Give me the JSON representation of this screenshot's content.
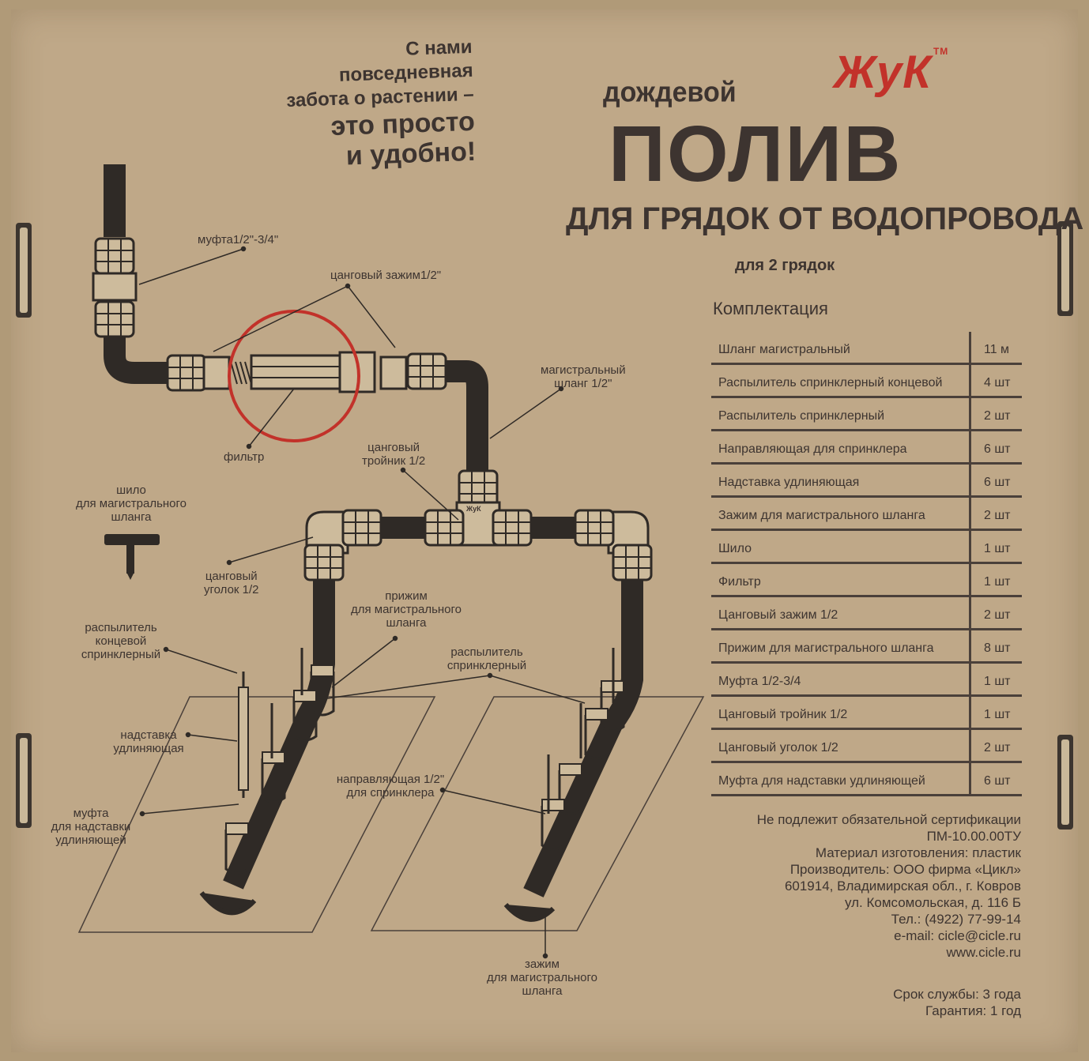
{
  "slogan": {
    "line1": "С нами",
    "line2": "повседневная",
    "line3": "забота о растении –",
    "line4": "это просто",
    "line5": "и удобно!"
  },
  "brand": {
    "name": "ЖуК",
    "tm": "TM",
    "color": "#c2322a"
  },
  "title": {
    "small": "дождевой",
    "big": "ПОЛИВ",
    "mid": "ДЛЯ ГРЯДОК ОТ ВОДОПРОВОДА",
    "sub": "для 2 грядок"
  },
  "kit": {
    "title": "Комплектация",
    "items": [
      {
        "name": "Шланг магистральный",
        "qty": "11 м"
      },
      {
        "name": "Распылитель спринклерный концевой",
        "qty": "4 шт"
      },
      {
        "name": "Распылитель спринклерный",
        "qty": "2 шт"
      },
      {
        "name": "Направляющая для спринклера",
        "qty": "6 шт"
      },
      {
        "name": "Надставка удлиняющая",
        "qty": "6 шт"
      },
      {
        "name": "Зажим для магистрального шланга",
        "qty": "2 шт"
      },
      {
        "name": "Шило",
        "qty": "1 шт"
      },
      {
        "name": "Фильтр",
        "qty": "1 шт"
      },
      {
        "name": "Цанговый зажим 1/2",
        "qty": "2 шт"
      },
      {
        "name": "Прижим для магистрального шланга",
        "qty": "8 шт"
      },
      {
        "name": "Муфта 1/2-3/4",
        "qty": "1 шт"
      },
      {
        "name": "Цанговый тройник 1/2",
        "qty": "1 шт"
      },
      {
        "name": "Цанговый уголок 1/2",
        "qty": "2 шт"
      },
      {
        "name": "Муфта для надставки удлиняющей",
        "qty": "6 шт"
      }
    ]
  },
  "info": {
    "cert": "Не подлежит обязательной сертификации",
    "tu": "ПМ-10.00.00ТУ",
    "material": "Материал изготовления: пластик",
    "maker": "Производитель: ООО фирма «Цикл»",
    "addr1": "601914, Владимирская обл., г. Ковров",
    "addr2": "ул. Комсомольская, д. 116 Б",
    "phone": "Тел.: (4922) 77-99-14",
    "email": "e-mail: cicle@cicle.ru",
    "web": "www.cicle.ru",
    "life": "Срок службы: 3 года",
    "warranty": "Гарантия: 1 год"
  },
  "diagram": {
    "coupling": "муфта1/2\"-3/4\"",
    "clamp": "цанговый зажим1/2\"",
    "main_hose_1": "магистральный",
    "main_hose_2": "шланг 1/2\"",
    "filter": "фильтр",
    "tee_1": "цанговый",
    "tee_2": "тройник 1/2",
    "awl_1": "шило",
    "awl_2": "для магистрального",
    "awl_3": "шланга",
    "corner_1": "цанговый",
    "corner_2": "уголок 1/2",
    "press_1": "прижим",
    "press_2": "для магистрального",
    "press_3": "шланга",
    "end_spr_1": "распылитель",
    "end_spr_2": "концевой",
    "end_spr_3": "спринклерный",
    "spr_1": "распылитель",
    "spr_2": "спринклерный",
    "ext_1": "надставка",
    "ext_2": "удлиняющая",
    "guide_1": "направляющая 1/2\"",
    "guide_2": "для спринклера",
    "ext_coupling_1": "муфта",
    "ext_coupling_2": "для надставки",
    "ext_coupling_3": "удлиняющей",
    "hose_clamp_1": "зажим",
    "hose_clamp_2": "для магистрального",
    "hose_clamp_3": "шланга",
    "fitting_mark": "ЖуК"
  }
}
